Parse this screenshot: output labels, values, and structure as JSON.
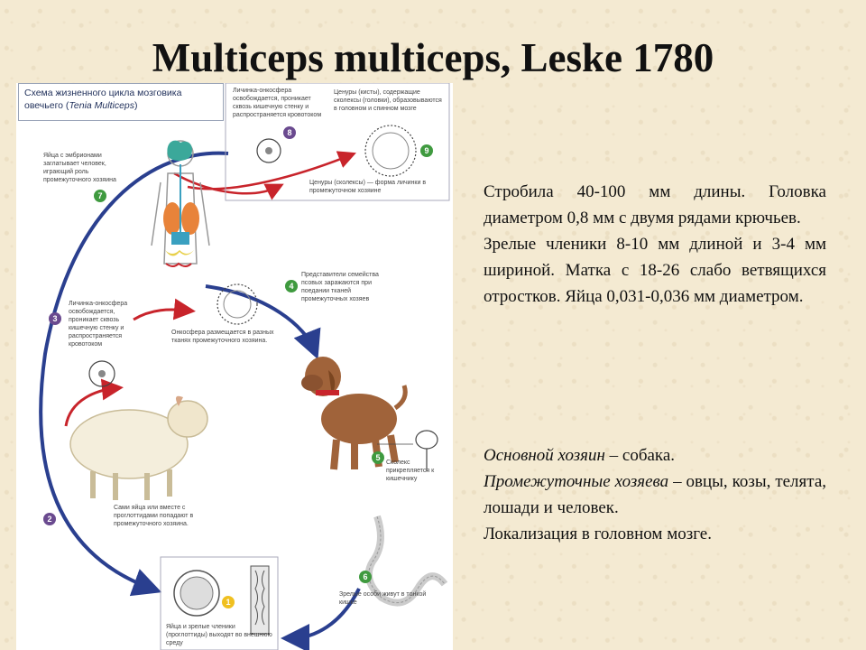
{
  "slide": {
    "title": "Multiceps multiceps, Leske 1780"
  },
  "diagram": {
    "title_line1": "Схема жизненного цикла мозговика",
    "title_line2a": "овечьего (",
    "title_species": "Tenia Multiceps",
    "title_line2b": ")",
    "steps": [
      {
        "num": "1",
        "text": "Яйца и зрелые членики (проглоттиды) выходят во внешнюю среду"
      },
      {
        "num": "2",
        "text": "Сами яйца или вместе с проглоттидами попадают в промежуточного хозяина."
      },
      {
        "num": "3",
        "text": "Личинка-онкосфера освобождается, проникает сквозь кишечную стенку и распространяется кровотоком"
      },
      {
        "num": "4",
        "text": "Представители семейства псовых заражаются при поедании тканей промежуточных хозяев"
      },
      {
        "num": "5",
        "text": "Сколекс прикрепляется к кишечнику"
      },
      {
        "num": "6",
        "text": "Зрелые особи живут в тонкой кишке"
      },
      {
        "num": "7",
        "text": "Яйца с эмбрионами заглатывает человек, играющий роль промежуточного хозяина"
      },
      {
        "num": "8",
        "text": "Личинка-онкосфера освобождается, проникает сквозь кишечную стенку и распространяется кровотоком"
      },
      {
        "num": "9",
        "text": "Ценуры (кисты), содержащие сколексы (головки), образовываются в головном и спинном мозге"
      }
    ],
    "oncosphere_note": "Онкосфера размещается в разных тканях промежуточного хозяина.",
    "coenurus_note": "Ценуры (сколексы) — форма личинки в промежуточном хозяине"
  },
  "description": {
    "paragraph1": "Стробила 40-100 мм длины. Головка диаметром 0,8 мм с двумя рядами крючьев.",
    "paragraph2": "Зрелые членики 8-10 мм длиной и 3-4 мм шириной. Матка с 18-26 слабо ветвящихся отростков. Яйца 0,031-0,036 мм диаметром."
  },
  "hosts": {
    "main_label": "Основной хозяин",
    "main_value": " – собака.",
    "intermediate_label": "Промежуточные хозяева",
    "intermediate_value": " – овцы, козы, телята, лошади и человек.",
    "localization": "Локализация в головном мозге."
  },
  "colors": {
    "arrow_blue": "#2a3f8f",
    "arrow_red": "#c8242b",
    "badge_green": "#3f9a3f",
    "badge_purple": "#6a4a8f",
    "badge_yellow": "#f0c020",
    "dog_brown": "#a0633a",
    "diagram_title": "#1f2f5a"
  }
}
